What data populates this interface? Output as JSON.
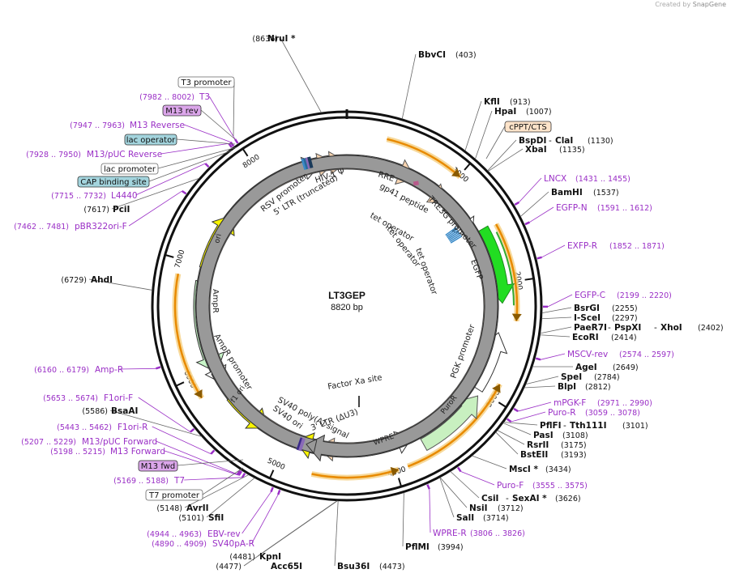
{
  "created_by": {
    "prefix": "Created by",
    "brand": "SnapGene"
  },
  "map": {
    "name": "LT3GEP",
    "length_text": "8820 bp",
    "total_bp": 8820,
    "colors": {
      "primer": "#9a2fc6",
      "orf": "#e88a00",
      "backbone": "#111111"
    },
    "ticks": [
      {
        "bp": 1000,
        "label": "1000"
      },
      {
        "bp": 2000,
        "label": "2000"
      },
      {
        "bp": 3000,
        "label": "3000"
      },
      {
        "bp": 4000,
        "label": "4000"
      },
      {
        "bp": 5000,
        "label": "5000"
      },
      {
        "bp": 6000,
        "label": "6000"
      },
      {
        "bp": 7000,
        "label": "7000"
      },
      {
        "bp": 8000,
        "label": "8000"
      }
    ]
  },
  "enzymes": [
    {
      "name": "NruI *",
      "pos": "(8636)",
      "bp": 8636
    },
    {
      "name": "BbvCI",
      "pos": "(403)",
      "bp": 403
    },
    {
      "name": "KflI",
      "pos": "(913)",
      "bp": 913
    },
    {
      "name": "HpaI",
      "pos": "(1007)",
      "bp": 1007
    },
    {
      "name": "BspDI",
      "name2": "ClaI",
      "pos": "(1130)",
      "bp": 1130
    },
    {
      "name": "XbaI",
      "pos": "(1135)",
      "bp": 1135
    },
    {
      "name": "BamHI",
      "pos": "(1537)",
      "bp": 1537
    },
    {
      "name": "BsrGI",
      "pos": "(2255)",
      "bp": 2255
    },
    {
      "name": "I-SceI",
      "pos": "(2297)",
      "bp": 2297
    },
    {
      "name": "PaeR7I",
      "name2": "PspXI",
      "name3": "XhoI",
      "pos": "(2402)",
      "bp": 2402
    },
    {
      "name": "EcoRI",
      "pos": "(2414)",
      "bp": 2414
    },
    {
      "name": "AgeI",
      "pos": "(2649)",
      "bp": 2649
    },
    {
      "name": "SpeI",
      "pos": "(2784)",
      "bp": 2784
    },
    {
      "name": "BlpI",
      "pos": "(2812)",
      "bp": 2812
    },
    {
      "name": "PflFI",
      "name2": "Tth111I",
      "pos": "(3101)",
      "bp": 3101
    },
    {
      "name": "PasI",
      "pos": "(3108)",
      "bp": 3108
    },
    {
      "name": "RsrII",
      "pos": "(3175)",
      "bp": 3175
    },
    {
      "name": "BstEII",
      "pos": "(3193)",
      "bp": 3193
    },
    {
      "name": "MscI *",
      "pos": "(3434)",
      "bp": 3434
    },
    {
      "name": "CsiI",
      "name2": "SexAI *",
      "pos": "(3626)",
      "bp": 3626
    },
    {
      "name": "NsiI",
      "pos": "(3712)",
      "bp": 3712
    },
    {
      "name": "SalI",
      "pos": "(3714)",
      "bp": 3714
    },
    {
      "name": "PflMI",
      "pos": "(3994)",
      "bp": 3994
    },
    {
      "name": "Bsu36I",
      "pos": "(4473)",
      "bp": 4473
    },
    {
      "name": "Acc65I",
      "pos": "(4477)",
      "bp": 4477
    },
    {
      "name": "KpnI",
      "pos": "(4481)",
      "bp": 4481
    },
    {
      "name": "SfiI",
      "pos": "(5101)",
      "bp": 5101
    },
    {
      "name": "AvrII",
      "pos": "(5148)",
      "bp": 5148
    },
    {
      "name": "BsaAI",
      "pos": "(5586)",
      "bp": 5586
    },
    {
      "name": "AhdI",
      "pos": "(6729)",
      "bp": 6729
    },
    {
      "name": "PciI",
      "pos": "(7617)",
      "bp": 7617
    }
  ],
  "primers": [
    {
      "name": "T3",
      "pos": "(7982 .. 8002)",
      "bp": 7992
    },
    {
      "name": "M13 Reverse",
      "pos": "(7947 .. 7963)",
      "bp": 7955
    },
    {
      "name": "M13/pUC Reverse",
      "pos": "(7928 .. 7950)",
      "bp": 7939
    },
    {
      "name": "L4440",
      "pos": "(7715 .. 7732)",
      "bp": 7723
    },
    {
      "name": "pBR322ori-F",
      "pos": "(7462 .. 7481)",
      "bp": 7471
    },
    {
      "name": "Amp-R",
      "pos": "(6160 .. 6179)",
      "bp": 6170
    },
    {
      "name": "F1ori-F",
      "pos": "(5653 .. 5674)",
      "bp": 5663
    },
    {
      "name": "F1ori-R",
      "pos": "(5443 .. 5462)",
      "bp": 5452
    },
    {
      "name": "M13/pUC Forward",
      "pos": "(5207 .. 5229)",
      "bp": 5218
    },
    {
      "name": "M13 Forward",
      "pos": "(5198 .. 5215)",
      "bp": 5206
    },
    {
      "name": "T7",
      "pos": "(5169 .. 5188)",
      "bp": 5178
    },
    {
      "name": "EBV-rev",
      "pos": "(4944 .. 4963)",
      "bp": 4953
    },
    {
      "name": "SV40pA-R",
      "pos": "(4890 .. 4909)",
      "bp": 4900
    },
    {
      "name": "LNCX",
      "pos": "(1431 .. 1455)",
      "bp": 1443
    },
    {
      "name": "EGFP-N",
      "pos": "(1591 .. 1612)",
      "bp": 1601
    },
    {
      "name": "EXFP-R",
      "pos": "(1852 .. 1871)",
      "bp": 1861
    },
    {
      "name": "EGFP-C",
      "pos": "(2199 .. 2220)",
      "bp": 2210
    },
    {
      "name": "MSCV-rev",
      "pos": "(2574 .. 2597)",
      "bp": 2585
    },
    {
      "name": "mPGK-F",
      "pos": "(2971 .. 2990)",
      "bp": 2980
    },
    {
      "name": "Puro-R",
      "pos": "(3059 .. 3078)",
      "bp": 3068
    },
    {
      "name": "Puro-F",
      "pos": "(3555 .. 3575)",
      "bp": 3565
    },
    {
      "name": "WPRE-R",
      "pos": "(3806 .. 3826)",
      "bp": 3816
    }
  ],
  "boxed_labels": [
    {
      "text": "T3 promoter",
      "style": "plain"
    },
    {
      "text": "M13 rev",
      "style": "purple"
    },
    {
      "text": "lac operator",
      "style": "teal"
    },
    {
      "text": "lac promoter",
      "style": "plain"
    },
    {
      "text": "CAP binding site",
      "style": "teal"
    },
    {
      "text": "cPPT/CTS",
      "style": "peach"
    },
    {
      "text": "M13 fwd",
      "style": "purple"
    },
    {
      "text": "T7 promoter",
      "style": "plain"
    }
  ],
  "inner_labels": {
    "rsv_promoter": "RSV promoter",
    "ltr5": "5' LTR (truncated)",
    "hiv_psi": "HIV-1 Ψ",
    "rre": "RRE",
    "gp41": "gp41 peptide",
    "tre3g": "TRE3G promoter",
    "tet_op1": "tet operator",
    "tet_op2": "tet operator",
    "tet_op3": "tet operator",
    "egfp": "EGFP",
    "pgk": "PGK promoter",
    "puror": "PuroR",
    "wpre": "WPRE",
    "factor_xa": "Factor Xa site",
    "ltr3": "3' LTR (ΔU3)",
    "sv40pa": "SV40 poly(A) signal",
    "sv40ori": "SV40 ori",
    "f1ori": "f1 ori",
    "ampr_promoter": "AmpR promoter",
    "ampr": "AmpR",
    "ori": "ori"
  }
}
